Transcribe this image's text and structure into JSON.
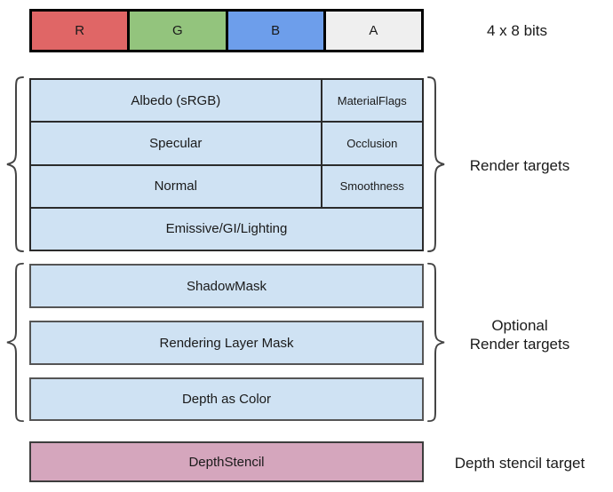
{
  "format_bar": {
    "cells": [
      {
        "label": "R",
        "color": "#E06666"
      },
      {
        "label": "G",
        "color": "#93C47D"
      },
      {
        "label": "B",
        "color": "#6D9EEB"
      },
      {
        "label": "A",
        "color": "#EFEFEF"
      }
    ],
    "caption": "4 x 8 bits"
  },
  "render_targets": {
    "label": "Render targets",
    "rows": [
      {
        "main": "Albedo (sRGB)",
        "aux": "MaterialFlags"
      },
      {
        "main": "Specular",
        "aux": "Occlusion"
      },
      {
        "main": "Normal",
        "aux": "Smoothness"
      },
      {
        "main": "Emissive/GI/Lighting"
      }
    ]
  },
  "optional_render_targets": {
    "label_line1": "Optional",
    "label_line2": "Render targets",
    "rows": [
      "ShadowMask",
      "Rendering Layer Mask",
      "Depth as Color"
    ]
  },
  "depth_stencil": {
    "box_label": "DepthStencil",
    "caption": "Depth stencil target"
  },
  "colors": {
    "render_target_fill": "#CFE2F3",
    "depth_stencil_fill": "#D5A6BD",
    "table_border": "#2b2b2b",
    "brace_stroke": "#444444"
  }
}
